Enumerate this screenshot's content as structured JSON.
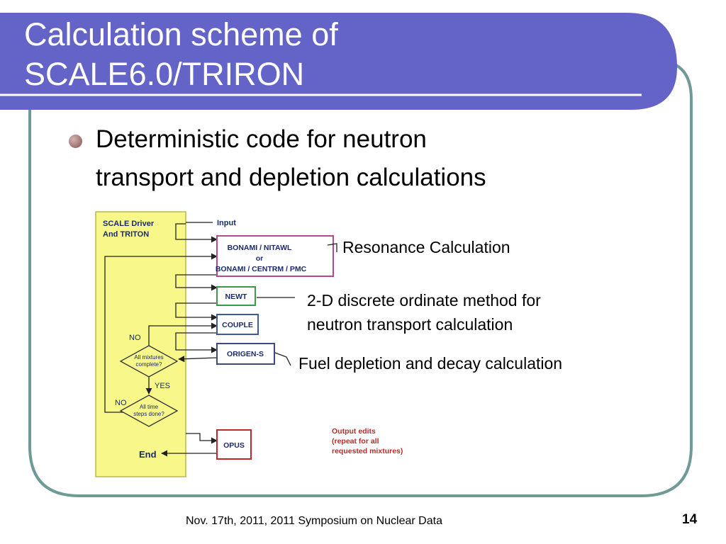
{
  "slide": {
    "title_lines": [
      "Calculation scheme of",
      "SCALE6.0/TRIRON"
    ],
    "bullet_lines": [
      "Deterministic code for neutron",
      "transport and depletion calculations"
    ]
  },
  "flowchart": {
    "driver_label_lines": [
      "SCALE Driver",
      "And TRITON"
    ],
    "input_label": "Input",
    "bonami_lines": [
      "BONAMI / NITAWL",
      "or",
      "BONAMI / CENTRM / PMC"
    ],
    "newt_label": "NEWT",
    "couple_label": "COUPLE",
    "origen_label": "ORIGEN-S",
    "opus_label": "OPUS",
    "decision1_lines": [
      "All mixtures",
      "complete?"
    ],
    "decision2_lines": [
      "All time",
      "steps done?"
    ],
    "no_label_1": "NO",
    "yes_label": "YES",
    "no_label_2": "NO",
    "end_label": "End",
    "output_edits_lines": [
      "Output edits",
      "(repeat for all",
      "requested mixtures)"
    ]
  },
  "annotations": {
    "resonance": "Resonance Calculation",
    "newt_note_lines": [
      "2-D discrete ordinate method for",
      "neutron transport calculation"
    ],
    "depletion": "Fuel depletion and decay calculation"
  },
  "footer": {
    "text": "Nov. 17th, 2011, 2011 Symposium on Nuclear Data",
    "page_number": "14"
  },
  "colors": {
    "title_bar": "#6464c8",
    "frame": "#6f9a96",
    "driver_fill": "#f8f88a",
    "bonami_border": "#b44a8c",
    "newt_border": "#3a9a4a",
    "couple_border": "#3c5aa0",
    "origen_border": "#3c4a80",
    "opus_border": "#c02828",
    "output_text": "#c02828"
  }
}
